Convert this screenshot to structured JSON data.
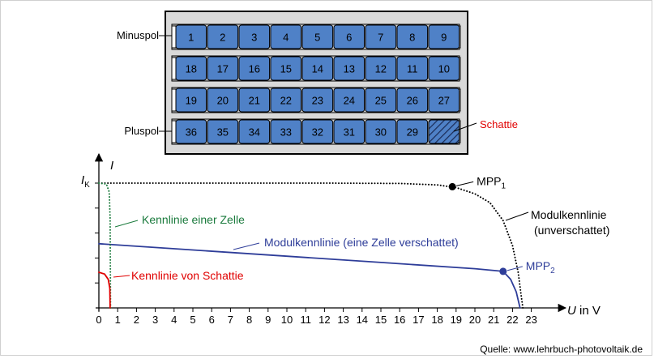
{
  "module": {
    "rows": [
      [
        1,
        2,
        3,
        4,
        5,
        6,
        7,
        8,
        9
      ],
      [
        18,
        17,
        16,
        15,
        14,
        13,
        12,
        11,
        10
      ],
      [
        19,
        20,
        21,
        22,
        23,
        24,
        25,
        26,
        27
      ],
      [
        36,
        35,
        34,
        33,
        32,
        31,
        30,
        29,
        ""
      ]
    ],
    "shaded_cell": 28,
    "labels": {
      "minus": "Minuspol",
      "plus": "Pluspol",
      "shadow": "Schattie"
    },
    "colors": {
      "cell": "#4f81c7",
      "frame": "#d9d9d9",
      "shadow_label": "#e00000"
    }
  },
  "chart_data": {
    "type": "line",
    "xlabel_prefix": "U",
    "xlabel_suffix": " in V",
    "ylabel": "I",
    "y_tick_label": "I",
    "y_tick_sub": "K",
    "x_ticks": [
      0,
      1,
      2,
      3,
      4,
      5,
      6,
      7,
      8,
      9,
      10,
      11,
      12,
      13,
      14,
      15,
      16,
      17,
      18,
      19,
      20,
      21,
      22,
      23
    ],
    "xlim": [
      0,
      24
    ],
    "ylim": [
      0,
      8.2
    ],
    "y_minor_ticks": [
      1.4,
      2.8,
      4.2,
      5.6,
      7.0
    ],
    "isc": 7.0,
    "series": [
      {
        "name": "Modulkennlinie (unverschattet)",
        "style": "dotted",
        "color": "#000000",
        "points": [
          [
            0,
            7.0
          ],
          [
            12,
            7.0
          ],
          [
            16,
            6.98
          ],
          [
            18,
            6.9
          ],
          [
            19,
            6.75
          ],
          [
            20,
            6.4
          ],
          [
            20.8,
            5.9
          ],
          [
            21.5,
            4.9
          ],
          [
            22,
            3.5
          ],
          [
            22.3,
            2.0
          ],
          [
            22.45,
            0.8
          ],
          [
            22.55,
            0
          ]
        ]
      },
      {
        "name": "Modulkennlinie (eine Zelle verschattet)",
        "style": "solid",
        "color": "#2e3d99",
        "points": [
          [
            0,
            3.6
          ],
          [
            5,
            3.25
          ],
          [
            10,
            2.9
          ],
          [
            15,
            2.55
          ],
          [
            20,
            2.2
          ],
          [
            21.5,
            2.05
          ],
          [
            21.9,
            1.6
          ],
          [
            22.2,
            0.9
          ],
          [
            22.4,
            0
          ]
        ]
      },
      {
        "name": "Kennlinie einer Zelle",
        "style": "dotted",
        "color": "#1a7a3c",
        "points": [
          [
            0,
            7.0
          ],
          [
            0.4,
            6.95
          ],
          [
            0.55,
            6.5
          ],
          [
            0.6,
            5.0
          ],
          [
            0.62,
            0
          ]
        ]
      },
      {
        "name": "Kennlinie von Schattie",
        "style": "solid",
        "color": "#e00000",
        "points": [
          [
            0,
            2.0
          ],
          [
            0.3,
            1.9
          ],
          [
            0.5,
            1.6
          ],
          [
            0.58,
            1.1
          ],
          [
            0.6,
            0
          ]
        ]
      }
    ],
    "mpp": [
      {
        "label": "MPP",
        "sub": "1",
        "x": 18.8,
        "y": 6.8,
        "color": "#000000"
      },
      {
        "label": "MPP",
        "sub": "2",
        "x": 21.5,
        "y": 2.05,
        "color": "#2e3d99"
      }
    ],
    "annotations": {
      "module_line1": "Modulkennlinie",
      "module_line2": "(unverschattet)",
      "one_cell": "Kennlinie einer Zelle",
      "shaded_module": "Modulkennlinie (eine Zelle verschattet)",
      "shadow_cell": "Kennlinie von Schattie"
    }
  },
  "source": "Quelle: www.lehrbuch-photovoltaik.de"
}
